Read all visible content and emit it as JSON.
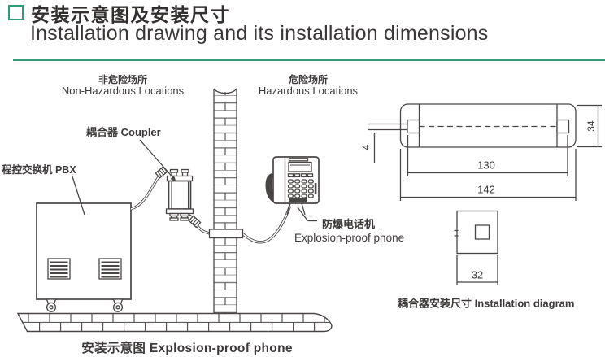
{
  "header": {
    "title_zh": "安装示意图及安装尺寸",
    "title_en": "Installation drawing and its installation dimensions"
  },
  "scene": {
    "zone_left_zh": "非危险场所",
    "zone_left_en": "Non-Hazardous Locations",
    "zone_right_zh": "危险场所",
    "zone_right_en": "Hazardous Locations",
    "pbx_label": "程控交换机 PBX",
    "coupler_label": "耦合器 Coupler",
    "phone_label_zh": "防爆电话机",
    "phone_label_en": "Explosion-proof phone",
    "caption": "安装示意图 Explosion-proof phone"
  },
  "dimension_drawings": {
    "side_view": {
      "wire_gap": "4",
      "mount_span": "130",
      "overall_length": "142",
      "body_height": "34"
    },
    "front_view": {
      "body_width": "32"
    },
    "caption": "耦合器安装尺寸 Installation diagram"
  },
  "colors": {
    "accent_green": "#2f9e76",
    "line": "#4a4545"
  }
}
